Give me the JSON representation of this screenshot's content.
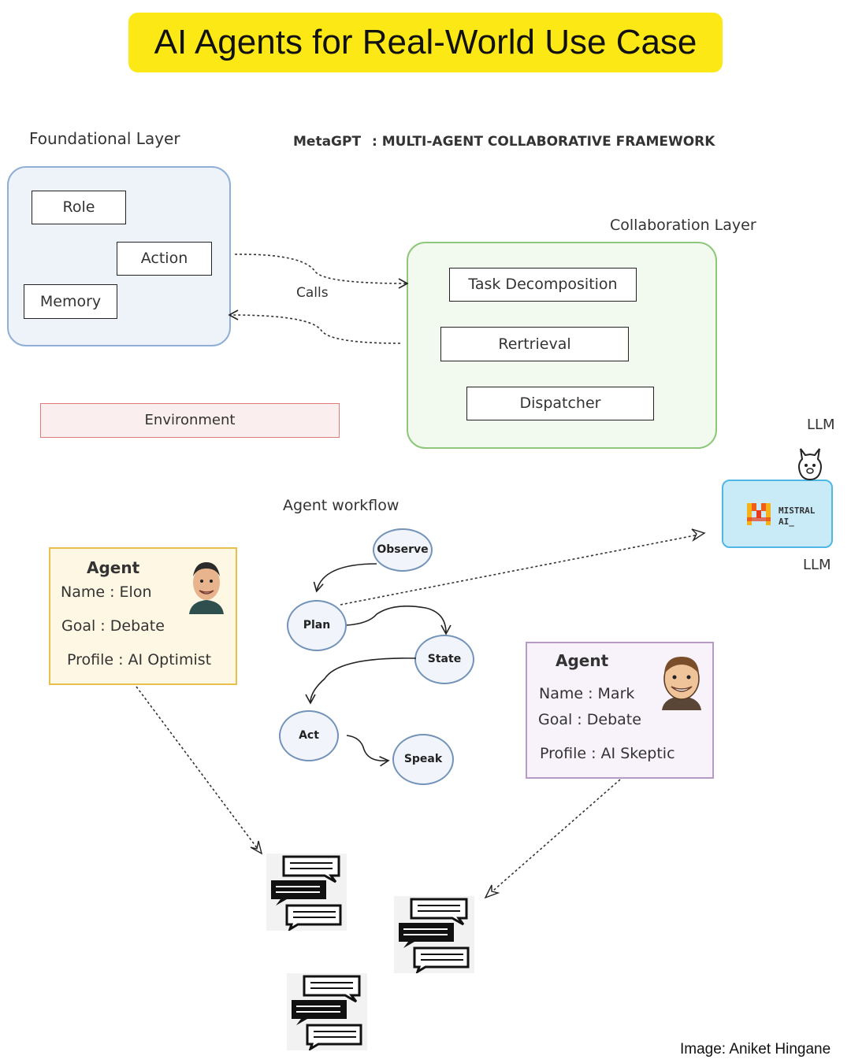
{
  "title": "AI Agents for Real-World Use Case",
  "header": {
    "framework_name": "MetaGPT",
    "framework_desc": ": MULTI-AGENT COLLABORATIVE FRAMEWORK"
  },
  "foundational_layer": {
    "label": "Foundational Layer",
    "items": [
      "Role",
      "Action",
      "Memory"
    ]
  },
  "collaboration_layer": {
    "label": "Collaboration Layer",
    "items": [
      "Task Decomposition",
      "Rertrieval",
      "Dispatcher"
    ]
  },
  "calls_label": "Calls",
  "environment_label": "Environment",
  "llm": {
    "label_top": "LLM",
    "label_bottom": "LLM",
    "logo_text_1": "MISTRAL",
    "logo_text_2": "AI_"
  },
  "workflow": {
    "label": "Agent workflow",
    "nodes": [
      "Observe",
      "Plan",
      "State",
      "Act",
      "Speak"
    ]
  },
  "agent_elon": {
    "heading": "Agent",
    "name": "Name : Elon",
    "goal": "Goal : Debate",
    "profile": "Profile : AI Optimist"
  },
  "agent_mark": {
    "heading": "Agent",
    "name": "Name : Mark",
    "goal": "Goal : Debate",
    "profile": "Profile : AI Skeptic"
  },
  "credit": "Image: Aniket Hingane",
  "colors": {
    "title_bg": "#fbe815",
    "foundational": "#8fb0d6",
    "collaboration": "#8ec77a",
    "environment": "#e07a7a",
    "llm_box": "#4fb7e6",
    "elon_card": "#e6c04a",
    "mark_card": "#b89ac9"
  },
  "icons": [
    "llama-icon",
    "mistral-logo-icon",
    "elon-avatar",
    "mark-avatar",
    "chat-bubbles-icon"
  ]
}
